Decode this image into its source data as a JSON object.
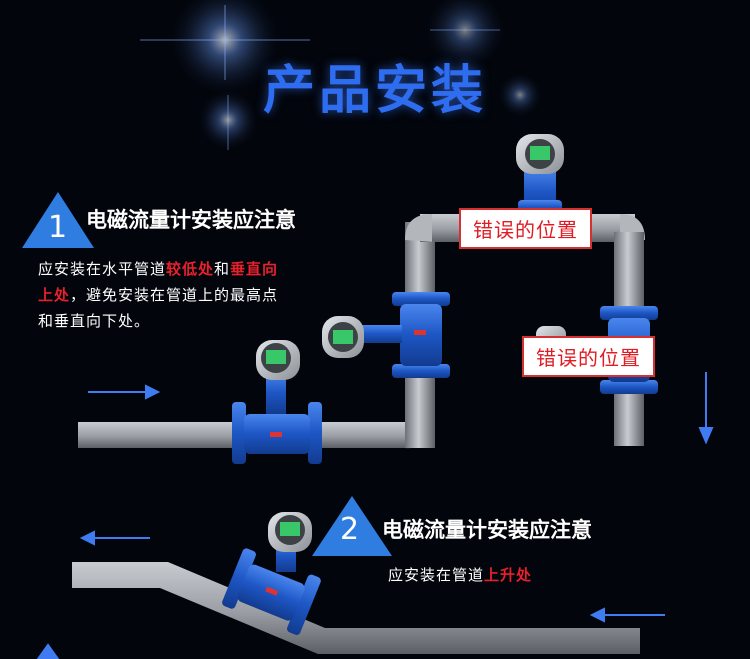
{
  "page": {
    "title": "产品安装"
  },
  "note1": {
    "number": "1",
    "heading": "电磁流量计安装应注意",
    "line1_a": "应安装在水平管道",
    "line1_b": "较低处",
    "line1_c": "和",
    "line1_d": "垂直向",
    "line2_a": "上处",
    "line2_b": "，避免安装在管道上的最高点",
    "line3": "和垂直向下处。"
  },
  "note2": {
    "number": "2",
    "heading": "电磁流量计安装应注意",
    "text_a": "应安装在管道",
    "text_b": "上升处"
  },
  "labels": {
    "wrong1": "错误的位置",
    "wrong2": "错误的位置"
  },
  "colors": {
    "title": "#2e6cf0",
    "triangle": "#2f7de1",
    "arrow": "#3f7cf2",
    "pipe": "#a9adb3",
    "meter": "#1f5fd0",
    "highlight": "#e8202c"
  }
}
